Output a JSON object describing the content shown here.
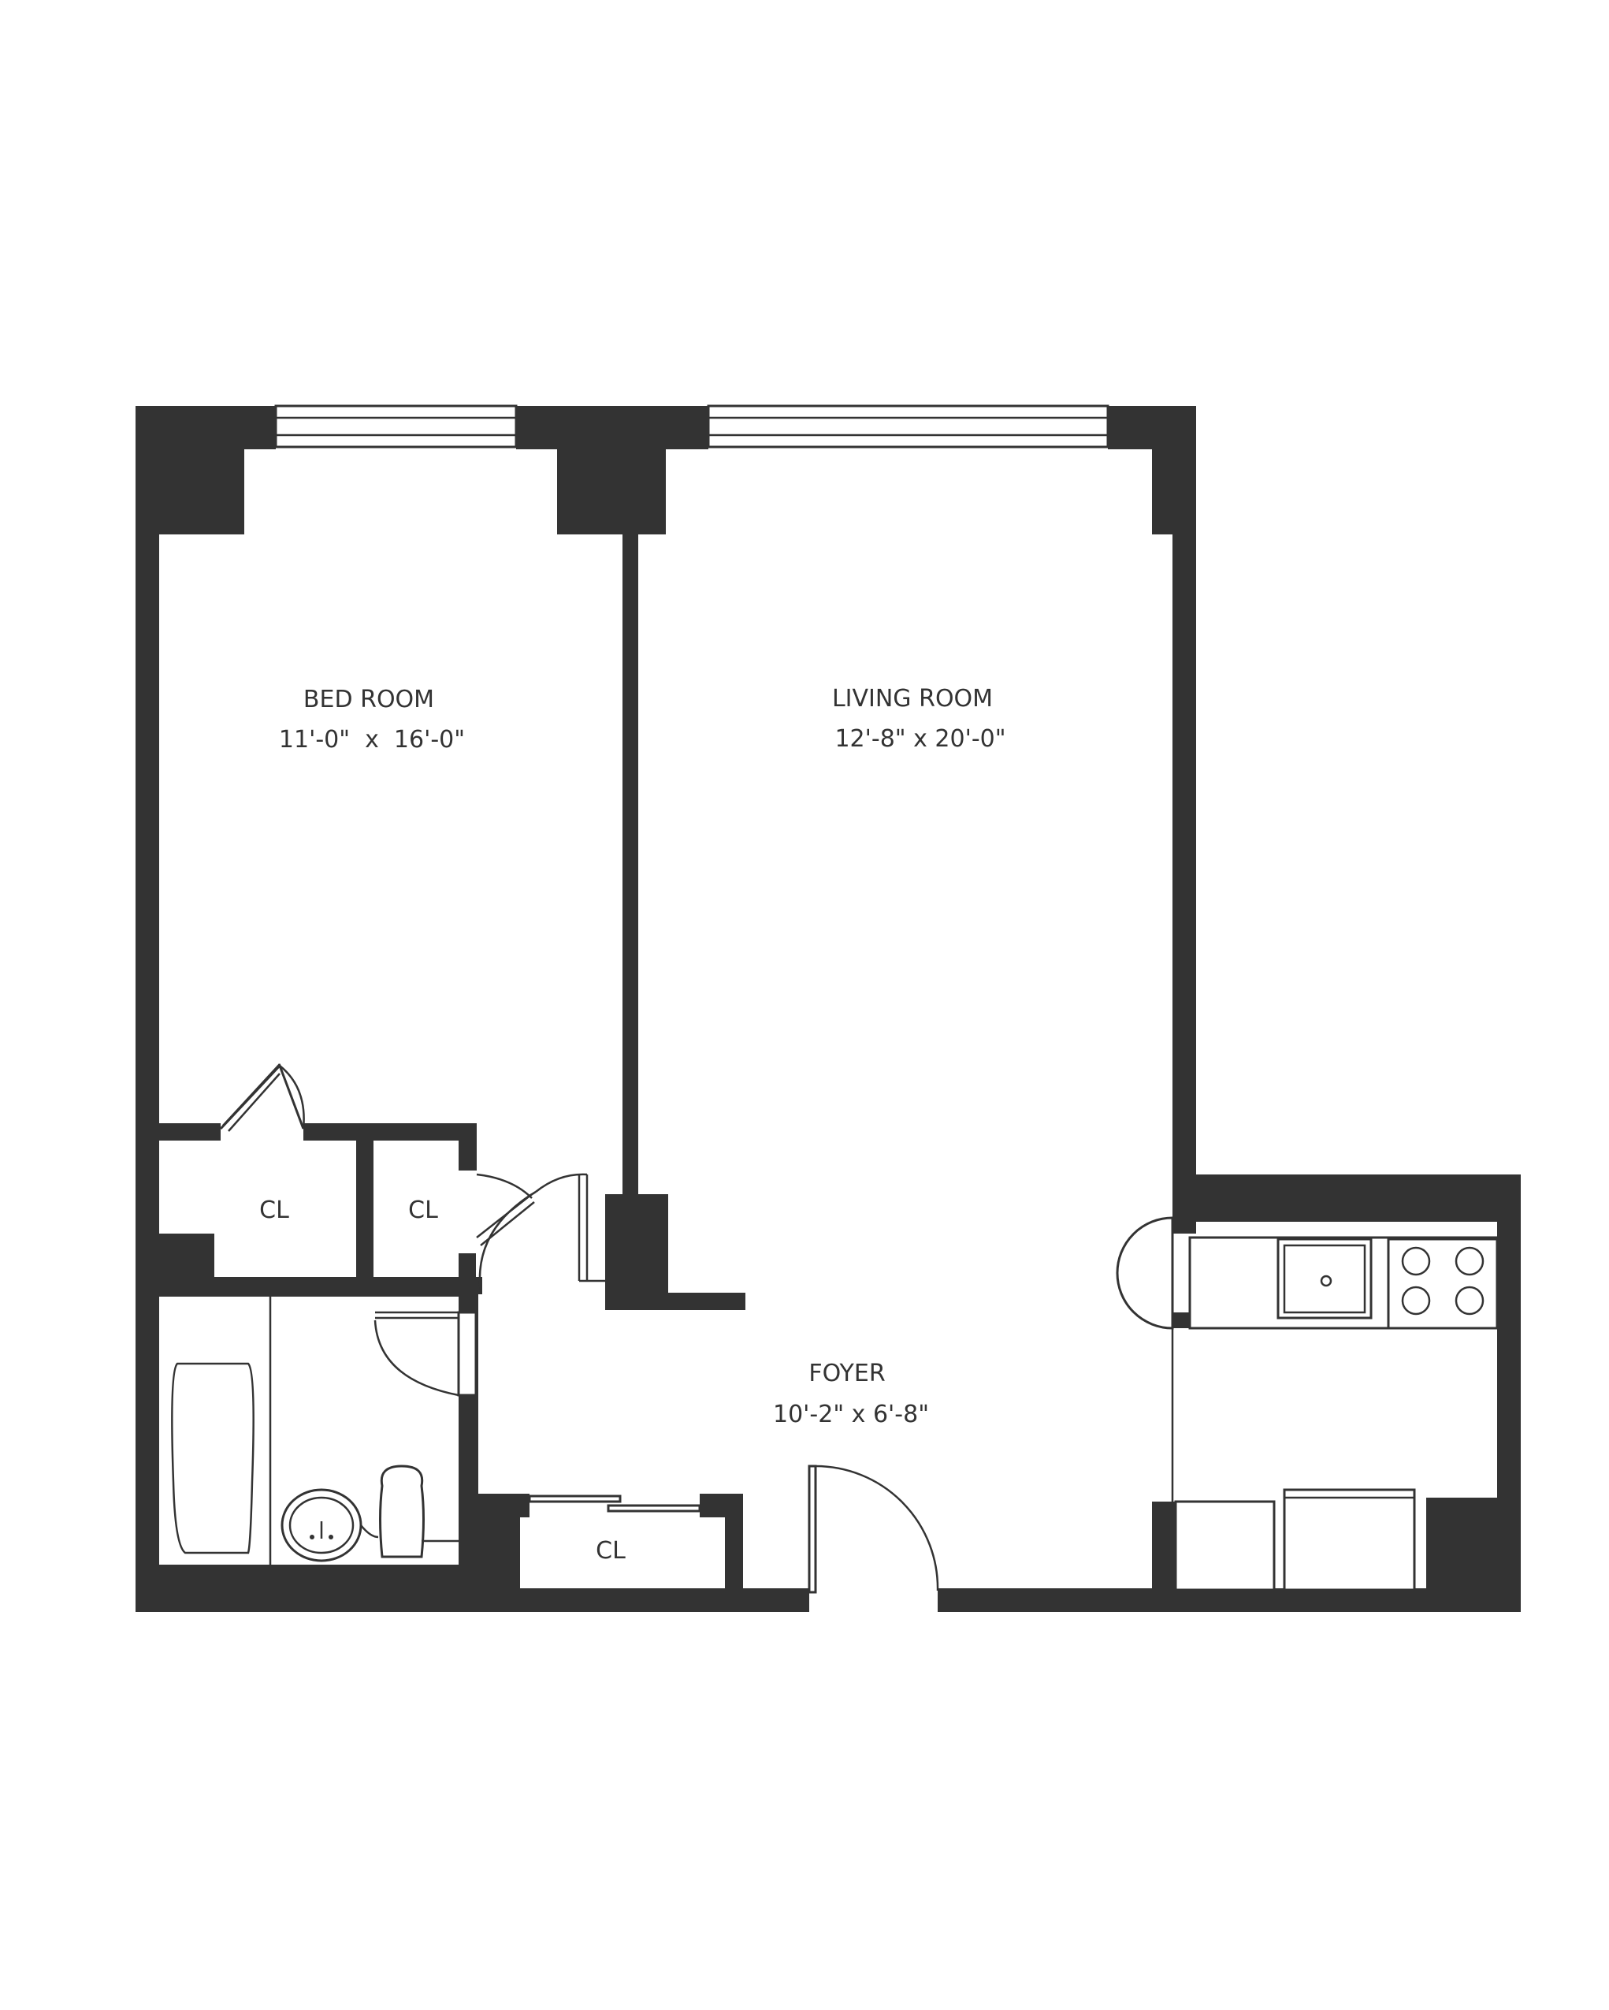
{
  "colors": {
    "wall": "#333333",
    "background": "#ffffff"
  },
  "rooms": {
    "bedroom": {
      "name": "BED ROOM",
      "dims": "11'-0\"  x  16'-0\""
    },
    "living": {
      "name": "LIVING ROOM",
      "dims": "12'-8\" x 20'-0\""
    },
    "foyer": {
      "name": "FOYER",
      "dims": "10'-2\" x 6'-8\""
    },
    "closets": {
      "bedroom_cl": "CL",
      "hall_cl": "CL",
      "foyer_cl": "CL"
    }
  },
  "icons": [
    "window-icon",
    "door-swing-icon",
    "bathtub-icon",
    "sink-icon",
    "toilet-icon",
    "kitchen-sink-icon",
    "stove-icon",
    "refrigerator-icon"
  ]
}
